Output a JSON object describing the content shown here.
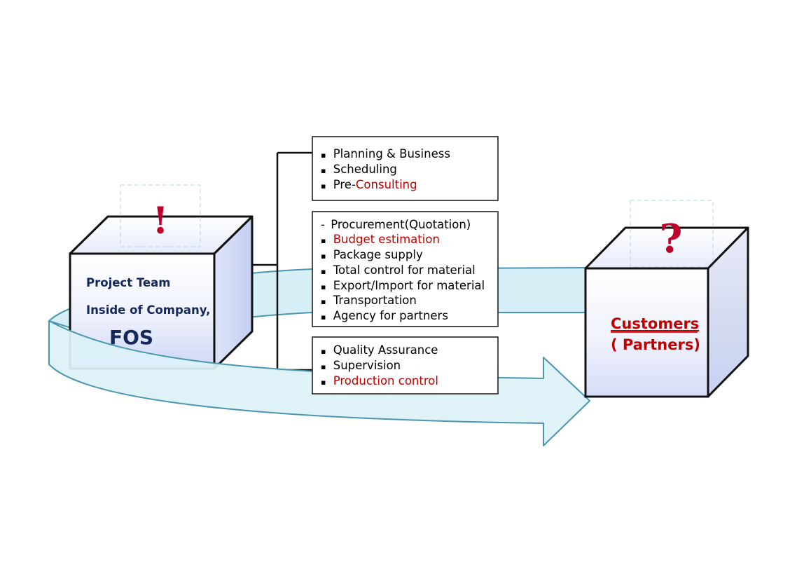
{
  "left_block": {
    "mark": "!",
    "line1": "Project Team",
    "line2": "Inside of Company,",
    "line3": "FOS"
  },
  "right_block": {
    "mark": "?",
    "line1": "Customers",
    "line2": "( Partners)"
  },
  "boxes": [
    {
      "items": [
        {
          "bullet": "▪",
          "text": "Planning & Business"
        },
        {
          "bullet": "▪",
          "text": "Scheduling"
        },
        {
          "bullet": "▪",
          "prefix": "Pre-",
          "text": "Consulting",
          "highlight": true
        }
      ]
    },
    {
      "items": [
        {
          "bullet": "-",
          "text": "Procurement(Quotation)"
        },
        {
          "bullet": "▪",
          "text": "Budget estimation",
          "highlight": true
        },
        {
          "bullet": "▪",
          "text": "Package supply"
        },
        {
          "bullet": "▪",
          "text": "Total control for material"
        },
        {
          "bullet": "▪",
          "text": "Export/Import for material"
        },
        {
          "bullet": "▪",
          "text": "Transportation"
        },
        {
          "bullet": "▪",
          "text": "Agency for partners"
        }
      ]
    },
    {
      "items": [
        {
          "bullet": "▪",
          "text": "Quality Assurance"
        },
        {
          "bullet": "▪",
          "text": "Supervision"
        },
        {
          "bullet": "▪",
          "text": "Production control",
          "highlight": true
        }
      ]
    }
  ],
  "colors": {
    "highlight": "#c00000",
    "label": "#14285a",
    "arrow_fill": "#dbf1f8",
    "arrow_stroke": "#4a96b0"
  }
}
